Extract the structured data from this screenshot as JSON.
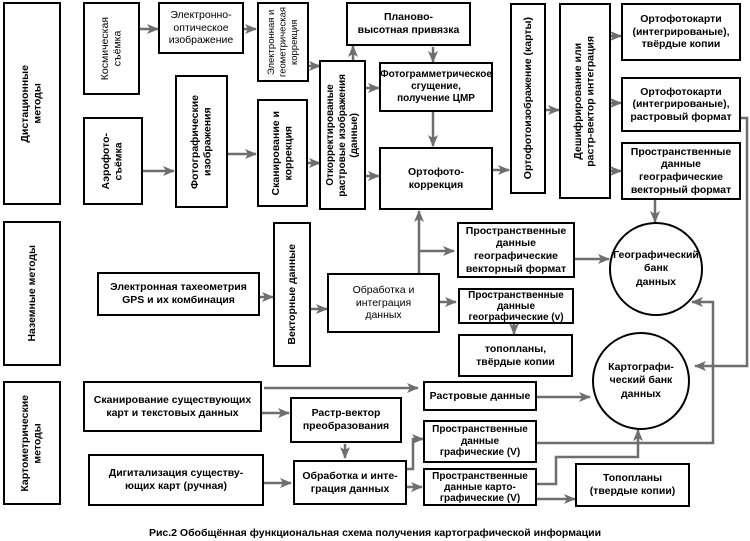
{
  "caption": "Рис.2 Обобщённая функциональная схема получения картографической информации",
  "groups": {
    "remote": "Дистационные\nметоды",
    "ground": "Наземные методы",
    "cartometric": "Картометрические\nметоды"
  },
  "remote_sensing": {
    "space_survey": "Космическая\nсъёмка",
    "aerial_survey": "Аэрофото-\nсъёмка",
    "electro_optic": "Электронно-\nоптическое\nизображение",
    "electronic_geom_correction": "Электронная и\nгеометрическая\nкоррекция",
    "photo_images": "Фотографические\nизображения",
    "scan_correction": "Сканирование и\nкоррекция",
    "corrected_raster": "Откорректированые\nрастровые изображения\n(данные)",
    "planovysotnaya": "Планово-\nвысотная  привязка",
    "photogrammetric": "Фотограмметрическое\nсгущение,\nполучение ЦМР",
    "orthophoto_correction": "Ортофото-\nкоррекция",
    "orthophoto_image": "Ортофотоизображение (карты)",
    "decoding": "Дешифрирование или\nрастр-вектор интеграция",
    "orthomaps_hard": "Ортофотокарти\n(интегрированые),\nтвёрдые копии",
    "orthomaps_raster": "Ортофотокарти\n(интегрированые),\nрастровый формат",
    "spatial_geo_vector_top": "Пространственные\nданные\nгеографические\nвекторный формат"
  },
  "ground_methods": {
    "tacheometry": "Электронная тахеометрия\nGPS и их комбинация",
    "vector_data": "Векторные данные",
    "processing": "Обработка и\nинтеграция\nданных",
    "spatial_geo_vector": "Пространственные\nданные\nгеографические\nвекторный формат",
    "spatial_geo_v": "Пространственные\nданные\nгеографические (v)",
    "topoplans_hard": "топопланы,\nтвёрдые копии"
  },
  "banks": {
    "geographic": "Географический\nбанк\nданных",
    "cartographic": "Картографи-\nческий банк\nданных"
  },
  "cartometric_methods": {
    "scan_maps": "Сканирование существующих\nкарт и текстовых данных",
    "digitize_maps": "Дигитализация существу-\nющих карт (ручная)",
    "raster_vector": "Растр-вектор\nпреобразования",
    "processing_integration": "Обработка и инте-\nграция данных",
    "raster_data": "Растровые данные",
    "spatial_graphic_v": "Пространственные\nданные\nграфические (V)",
    "spatial_cartographic_v": "Пространственные\nданные карто-\nграфические (V)",
    "topoplans": "Топопланы\n(твердые копии)"
  },
  "colors": {
    "arrow": "#6e6e6e",
    "border": "#000000",
    "background": "#ffffff"
  }
}
